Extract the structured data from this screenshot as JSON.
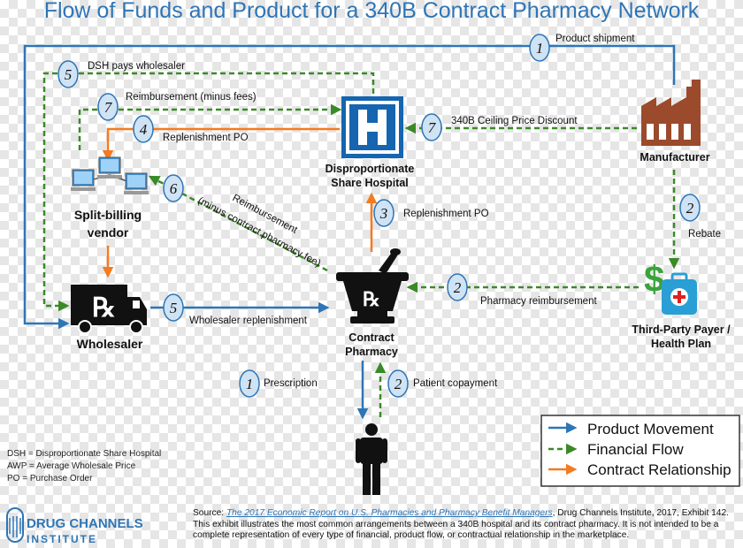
{
  "title": "Flow of Funds and Product for a 340B Contract Pharmacy Network",
  "colors": {
    "product": "#2e75b6",
    "financial": "#3a8a28",
    "contract": "#f47b20",
    "title": "#2e75b6",
    "circle_fill": "#cfe3f4"
  },
  "nodes": {
    "hospital": {
      "line1": "Disproportionate",
      "line2": "Share Hospital",
      "icon": "hospital-h-icon"
    },
    "manufacturer": {
      "label": "Manufacturer",
      "icon": "factory-icon"
    },
    "vendor": {
      "line1": "Split-billing",
      "line2": "vendor",
      "icon": "computer-network-icon"
    },
    "wholesaler": {
      "label": "Wholesaler",
      "icon": "rx-truck-icon"
    },
    "pharmacy": {
      "line1": "Contract",
      "line2": "Pharmacy",
      "icon": "mortar-pestle-rx-icon"
    },
    "payer": {
      "line1": "Third-Party Payer /",
      "line2": "Health Plan",
      "icon": "money-medical-case-icon"
    },
    "patient": {
      "icon": "person-icon"
    }
  },
  "flows": {
    "product_shipment": {
      "num": "1",
      "label": "Product shipment"
    },
    "dsh_pays": {
      "num": "5",
      "label": "DSH pays wholesaler"
    },
    "reimb_minus_fees": {
      "num": "7",
      "label": "Reimbursement (minus fees)"
    },
    "replenishment_po_4": {
      "num": "4",
      "label": "Replenishment PO"
    },
    "ceiling_price": {
      "num": "7",
      "label": "340B Ceiling Price Discount"
    },
    "reimb_minus_cp": {
      "num": "6",
      "line1": "Reimbursement",
      "line2": "(minus contract pharmacy fee)"
    },
    "replenishment_po_3": {
      "num": "3",
      "label": "Replenishment  PO"
    },
    "rebate": {
      "num": "2",
      "label": "Rebate"
    },
    "pharmacy_reimb": {
      "num": "2",
      "label": "Pharmacy reimbursement"
    },
    "wholesaler_repl": {
      "num": "5",
      "label": "Wholesaler replenishment"
    },
    "prescription": {
      "num": "1",
      "label": "Prescription"
    },
    "copayment": {
      "num": "2",
      "label": "Patient copayment"
    }
  },
  "legend": {
    "product": "Product Movement",
    "financial": "Financial Flow",
    "contract": "Contract Relationship"
  },
  "abbreviations": [
    "DSH = Disproportionate Share Hospital",
    "AWP = Average Wholesale Price",
    "PO = Purchase Order"
  ],
  "logo": {
    "line1": "DRUG CHANNELS",
    "line2": "INSTITUTE"
  },
  "source": {
    "prefix": "Source: ",
    "link": "The 2017 Economic Report on U.S. Pharmacies and Pharmacy Benefit Managers",
    "rest": ", Drug Channels Institute, 2017, Exhibit 142. This exhibit illustrates the most common arrangements between a 340B hospital and its contract pharmacy. It is not intended to be a complete representation of every type of financial, product flow, or contractual relationship in the marketplace."
  }
}
